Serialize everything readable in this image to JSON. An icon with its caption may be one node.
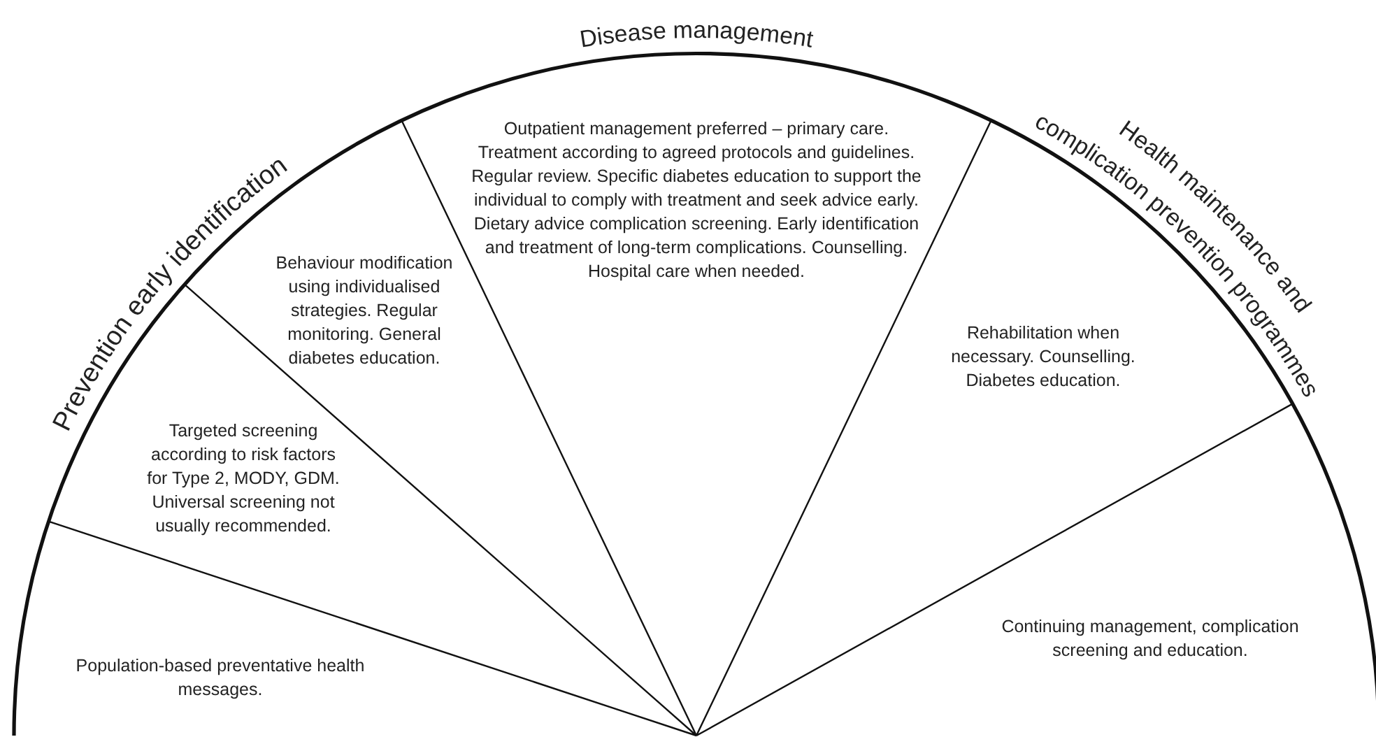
{
  "diagram": {
    "nodes": [
      {
        "text": [
          "Population-based preventative health messages."
        ]
      },
      {
        "text": [
          "Targeted screening according to risk factors for Type 2, MODY, GDM. Universal screening not usually recommended."
        ]
      },
      {
        "text": [
          "Behaviour modification using individualised strategies. Regular monitoring. General diabetes education."
        ]
      },
      {
        "text": [
          "Outpatient management preferred – primary care. Treatment according to agreed protocols and guidelines. Regular review. Specific diabetes education to support the individual to comply with treatment and seek advice early. Dietary advice complication screening. Early identification and treatment of long-term complications. Counselling. Hospital care when needed."
        ]
      },
      {
        "text": [
          "Rehabilitation when necessary. Counselling. Diabetes education."
        ]
      },
      {
        "text": [
          "Continuing management, complication screening and education."
        ]
      }
    ],
    "labels": [
      "Prevention early identification",
      "Disease management",
      "Health maintenance and",
      "complication prevention programmes"
    ]
  }
}
